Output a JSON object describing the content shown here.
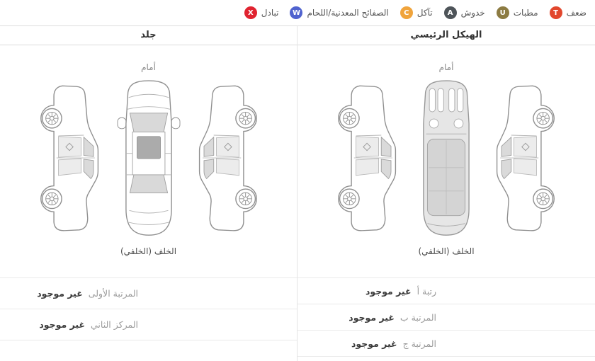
{
  "legend": {
    "items": [
      {
        "letter": "T",
        "label": "ضعف",
        "color": "#e2472d"
      },
      {
        "letter": "U",
        "label": "مطبات",
        "color": "#8c7b42"
      },
      {
        "letter": "A",
        "label": "خدوش",
        "color": "#4e5459"
      },
      {
        "letter": "C",
        "label": "تآكل",
        "color": "#f0a43c"
      },
      {
        "letter": "W",
        "label": "الصفائح المعدنية/اللحام",
        "color": "#5063cf"
      },
      {
        "letter": "X",
        "label": "تبادل",
        "color": "#e02330"
      }
    ]
  },
  "panels": {
    "main_structure": {
      "title": "الهيكل الرئيسي",
      "front_label": "أمام",
      "rear_label": "الخلف (الخلفي)",
      "rows": [
        {
          "grade": "رتبة أ",
          "status": "غير موجود"
        },
        {
          "grade": "المرتبة ب",
          "status": "غير موجود"
        },
        {
          "grade": "المرتبة ج",
          "status": "غير موجود"
        }
      ]
    },
    "leather": {
      "title": "جلد",
      "front_label": "أمام",
      "rear_label": "الخلف (الخلفي)",
      "rows": [
        {
          "grade": "المرتبة الأولى",
          "status": "غير موجود"
        },
        {
          "grade": "المركز الثاني",
          "status": "غير موجود"
        }
      ]
    }
  }
}
